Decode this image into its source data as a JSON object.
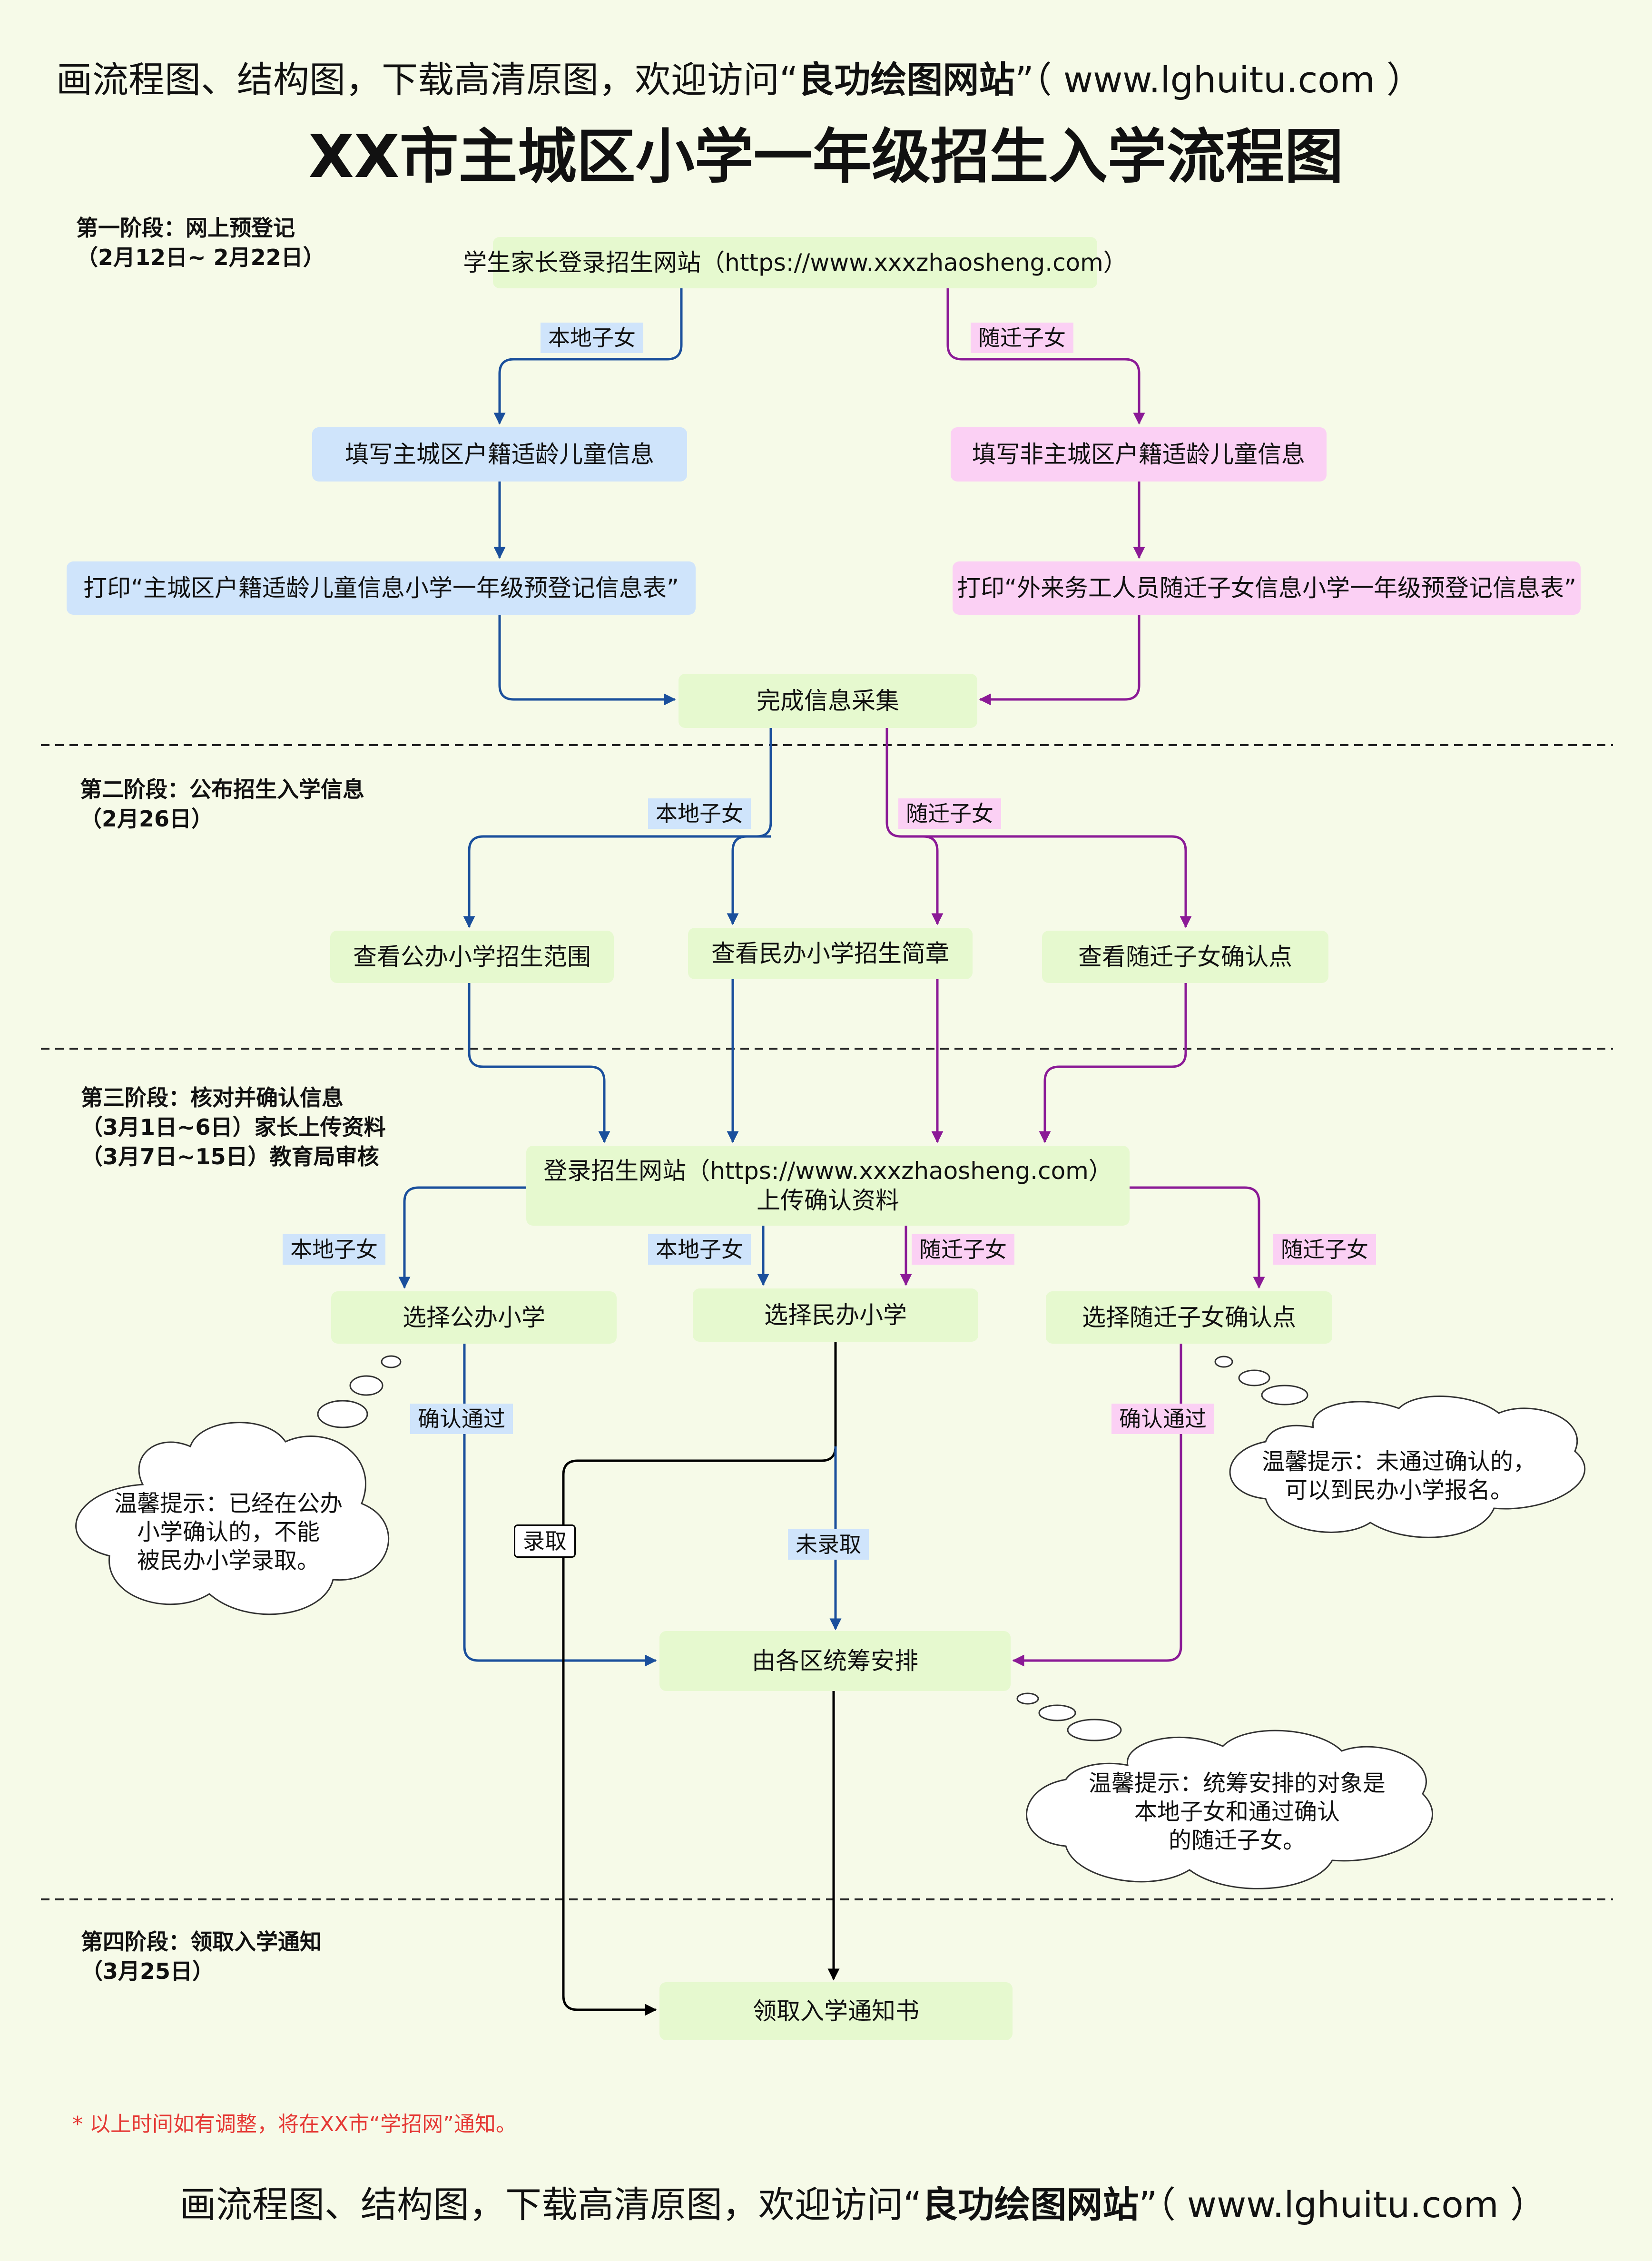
{
  "banner": {
    "prefix": "画流程图、结构图，下载高清原图，欢迎访问“",
    "brand": "良功绘图网站",
    "suffix": "”（ www.lghuitu.com ）"
  },
  "title": "XX市主城区小学一年级招生入学流程图",
  "stages": [
    {
      "label": "第一阶段：网上预登记\n（2月12日~ 2月22日）"
    },
    {
      "label": "第二阶段：公布招生入学信息\n（2月26日）"
    },
    {
      "label": "第三阶段：核对并确认信息\n（3月1日~6日）家长上传资料\n（3月7日~15日）教育局审核"
    },
    {
      "label": "第四阶段：领取入学通知\n（3月25日）"
    }
  ],
  "nodes": {
    "login": "学生家长登录招生网站（https://www.xxxzhaosheng.com）",
    "fill_local": "填写主城区户籍适龄儿童信息",
    "fill_migrant": "填写非主城区户籍适龄儿童信息",
    "print_local": "打印“主城区户籍适龄儿童信息小学一年级预登记信息表”",
    "print_migrant": "打印“外来务工人员随迁子女信息小学一年级预登记信息表”",
    "complete": "完成信息采集",
    "view_public": "查看公办小学招生范围",
    "view_private": "查看民办小学招生简章",
    "view_point": "查看随迁子女确认点",
    "upload": "登录招生网站（https://www.xxxzhaosheng.com）\n上传确认资料",
    "choose_public": "选择公办小学",
    "choose_private": "选择民办小学",
    "choose_point": "选择随迁子女确认点",
    "arrange": "由各区统筹安排",
    "notice": "领取入学通知书"
  },
  "tags": {
    "local": "本地子女",
    "migrant": "随迁子女",
    "confirmed": "确认通过",
    "admitted": "录取",
    "not_admitted": "未录取"
  },
  "notes": {
    "note1": "温馨提示：已经在公办\n小学确认的，不能\n被民办小学录取。",
    "note2": "温馨提示：未通过确认的，\n可以到民办小学报名。",
    "note3": "温馨提示：统筹安排的对象是\n本地子女和通过确认\n的随迁子女。"
  },
  "footnote": "* 以上时间如有调整，将在XX市“学招网”通知。",
  "colors": {
    "background": "#f6fae8",
    "node_green": "#e6f9cf",
    "node_blue": "#cfe4fb",
    "node_pink": "#fbd0f4",
    "arrow_blue": "#1a4f9c",
    "arrow_purple": "#8b1a96",
    "arrow_black": "#000000",
    "footnote_red": "#e53935"
  }
}
